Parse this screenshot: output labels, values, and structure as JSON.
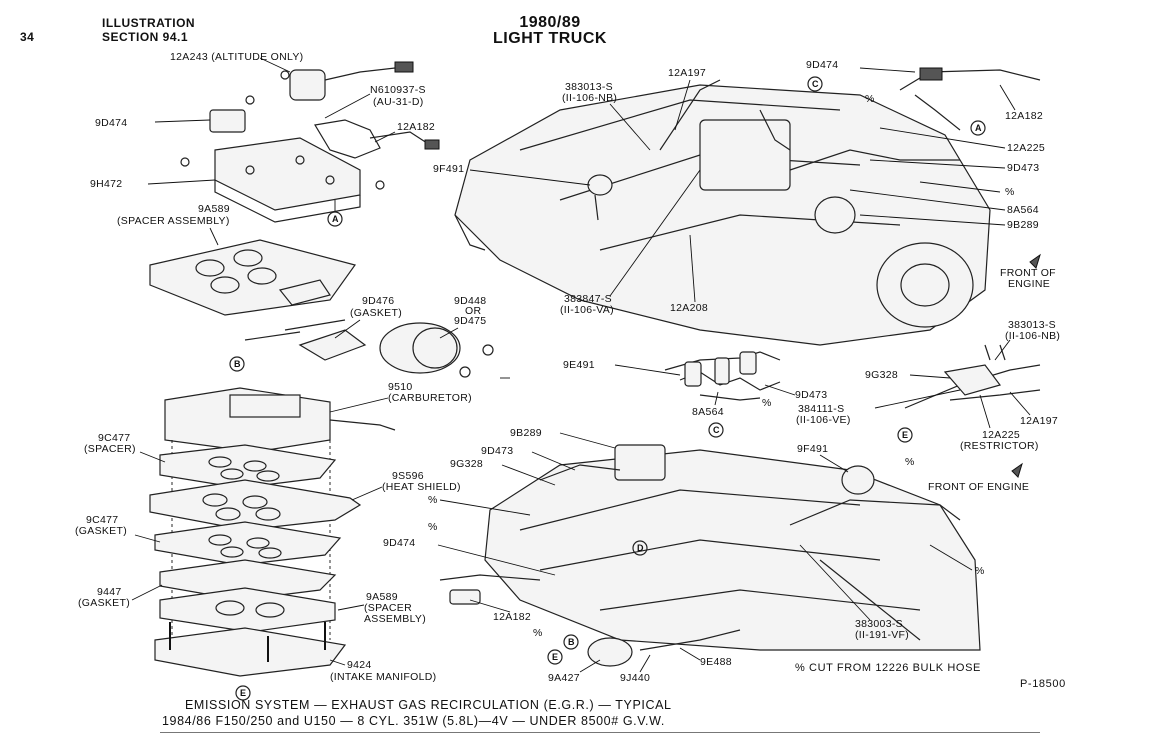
{
  "header": {
    "page_number": "34",
    "section_line1": "ILLUSTRATION",
    "section_line2": "SECTION 94.1",
    "title_line1": "1980/89",
    "title_line2": "LIGHT TRUCK"
  },
  "caption": {
    "line1": "EMISSION SYSTEM — EXHAUST GAS RECIRCULATION (E.G.R.) — TYPICAL",
    "line2": "1984/86 F150/250 and U150 — 8 CYL. 351W (5.8L)—4V — UNDER 8500# G.V.W.",
    "figure_id": "P-18500",
    "hose_note": "% CUT FROM 12226 BULK HOSE"
  },
  "labels": {
    "l_12a243": "12A243 (ALTITUDE ONLY)",
    "l_n610937_1": "N610937-S",
    "l_n610937_2": "(AU-31-D)",
    "l_9d474_a": "9D474",
    "l_12a182_a": "12A182",
    "l_9h472": "9H472",
    "l_9a589_a1": "9A589",
    "l_9a589_a2": "(SPACER ASSEMBLY)",
    "l_9d476_1": "9D476",
    "l_9d476_2": "(GASKET)",
    "l_9d448_1": "9D448",
    "l_9d448_2": "OR",
    "l_9d448_3": "9D475",
    "l_9510_1": "9510",
    "l_9510_2": "(CARBURETOR)",
    "l_9c477s_1": "9C477",
    "l_9c477s_2": "(SPACER)",
    "l_9s596_1": "9S596",
    "l_9s596_2": "(HEAT SHIELD)",
    "l_9c477g_1": "9C477",
    "l_9c477g_2": "(GASKET)",
    "l_9447_1": "9447",
    "l_9447_2": "(GASKET)",
    "l_9a589_b1": "9A589",
    "l_9a589_b2": "(SPACER",
    "l_9a589_b3": "ASSEMBLY)",
    "l_9424_1": "9424",
    "l_9424_2": "(INTAKE MANIFOLD)",
    "l_383013_1": "383013-S",
    "l_383013_2": "(II-106-NB)",
    "l_12a197_t": "12A197",
    "l_9d474_t": "9D474",
    "l_12a182_t": "12A182",
    "l_12a225_t": "12A225",
    "l_9d473_t": "9D473",
    "l_pct_t1": "%",
    "l_pct_t2": "%",
    "l_8a564_t": "8A564",
    "l_9b289_t": "9B289",
    "l_9f491_t": "9F491",
    "l_383847_1": "383847-S",
    "l_383847_2": "(II-106-VA)",
    "l_12a208": "12A208",
    "l_front_1": "FRONT OF",
    "l_front_2": "ENGINE",
    "l_9e491": "9E491",
    "l_9d473_c": "9D473",
    "l_8a564_c": "8A564",
    "l_pct_c": "%",
    "l_383013_e1": "383013-S",
    "l_383013_e2": "(II-106-NB)",
    "l_9g328_e": "9G328",
    "l_384111_1": "384111-S",
    "l_384111_2": "(II-106-VE)",
    "l_12a197_e": "12A197",
    "l_12a225_e1": "12A225",
    "l_12a225_e2": "(RESTRICTOR)",
    "l_9b289_b": "9B289",
    "l_9d473_b": "9D473",
    "l_9g328_b": "9G328",
    "l_9f491_b": "9F491",
    "l_pct_b1": "%",
    "l_front_b": "FRONT OF ENGINE",
    "l_pct_b2": "%",
    "l_pct_b3": "%",
    "l_9d474_b": "9D474",
    "l_pct_b4": "%",
    "l_12a182_b": "12A182",
    "l_pct_b5": "%",
    "l_383003_1": "383003-S",
    "l_383003_2": "(II-191-VF)",
    "l_9a427": "9A427",
    "l_9j440": "9J440",
    "l_9e488": "9E488"
  },
  "view_refs": {
    "A": "A",
    "B": "B",
    "C": "C",
    "D": "D",
    "E": "E"
  }
}
